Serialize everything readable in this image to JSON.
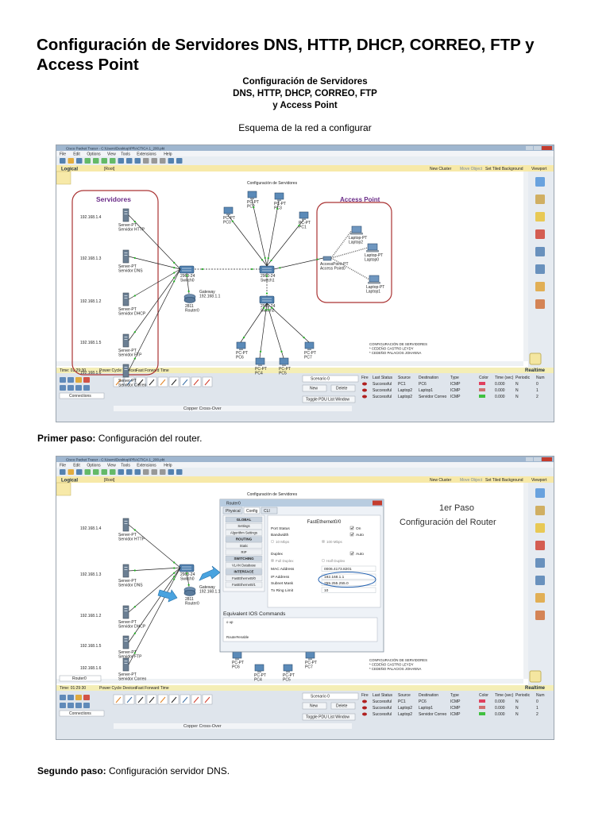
{
  "document": {
    "title": "Configuración de Servidores DNS, HTTP, DHCP, CORREO, FTP y Access Point",
    "subtitle_lines": [
      "Configuración de Servidores",
      "DNS, HTTP, DHCP, CORREO, FTP",
      "y Access Point"
    ],
    "schema_caption": "Esquema de la red a configurar",
    "step1": {
      "label": "Primer paso:",
      "text": " Configuración del router."
    },
    "step2": {
      "label": "Segundo paso:",
      "text": " Configuración servidor DNS."
    }
  },
  "pt": {
    "window_title": "Cisco Packet Tracer - C:\\Users\\Desktop\\PRACTICA 1_200.pkt",
    "menu": [
      "File",
      "Edit",
      "Options",
      "View",
      "Tools",
      "Extensions",
      "Help"
    ],
    "logical": "Logical",
    "root": "[Root]",
    "new_cluster": "New Cluster",
    "move_object": "Move Object",
    "set_tiled_background": "Set Tiled Background",
    "viewport": "Viewport",
    "realtime": "Realtime",
    "connections": "Connections",
    "cable_label": "Copper Cross-Over",
    "time1": "Time: 01:29:30",
    "time2": "Time: 01:29:30",
    "power_cycle": "Power Cycle Devices",
    "fast_forward": "Fast Forward Time",
    "scenario": "Scenario 0",
    "btn_new": "New",
    "btn_delete": "Delete",
    "btn_toggle": "Toggle PDU List Window",
    "pdu_headers": [
      "Fire",
      "Last Status",
      "Source",
      "Destination",
      "Type",
      "Color",
      "Time (sec)",
      "Periodic",
      "Num"
    ],
    "pdu_rows": [
      [
        "Successful",
        "PC1",
        "PC6",
        "ICMP",
        "",
        "0.000",
        "N",
        "0"
      ],
      [
        "Successful",
        "Laptop2",
        "Laptop1",
        "ICMP",
        "",
        "0.000",
        "N",
        "1"
      ],
      [
        "Successful",
        "Laptop2",
        "Servidor Correo",
        "ICMP",
        "",
        "0.000",
        "N",
        "2"
      ]
    ],
    "pdu_colors": [
      "#e0405e",
      "#d07070",
      "#40c040"
    ]
  },
  "net": {
    "canvas_title": "Configuración de Servidores",
    "servers_label": "Servidores",
    "ap_label": "Access Point",
    "server_ips": [
      "192.168.1.4",
      "192.168.1.3",
      "192.168.1.2",
      "192.168.1.5",
      "192.168.1.6"
    ],
    "servers": [
      "Server-PT\nServidor HTTP",
      "Server-PT\nServidor DNS",
      "Server-PT\nServidor DHCP",
      "Server-PT\nServidor FTP",
      "Server-PT\nServidor Correo"
    ],
    "switch0": "2960-24\nSwitch0",
    "switch1": "2960-24\nSwitch1",
    "switch2": "2960-24\nSwitch2",
    "router": "2811\nRouter0",
    "gateway": "Gateway\n192.168.1.1",
    "pcs_top": [
      "PC-PT\nPC0",
      "PC-PT\nPC2",
      "PC-PT\nPC3",
      "PC-PT\nPC1"
    ],
    "pcs_bottom": [
      "PC-PT\nPC6",
      "PC-PT\nPC4",
      "PC-PT\nPC5",
      "PC-PT\nPC7"
    ],
    "access_point": "AccessPoint-PT\nAccess Point0",
    "laptops": [
      "Laptop-PT\nLaptop2",
      "Laptop-PT\nLaptop0",
      "Laptop-PT\nLaptop1"
    ],
    "authors": [
      "CONFIGURACIÓN DE SERVIDORES",
      "* CEDEÑO CASTRO LEYDY",
      "* CEDEÑO PALACIOS JOHANNA"
    ]
  },
  "router_dialog": {
    "title": "Router0",
    "tabs": [
      "Physical",
      "Config",
      "CLI"
    ],
    "side_items": [
      "GLOBAL",
      "Settings",
      "Algorithm Settings",
      "ROUTING",
      "Static",
      "RIP",
      "SWITCHING",
      "VLAN Database",
      "INTERFACE",
      "FastEthernet0/0",
      "FastEthernet0/1"
    ],
    "interface": "FastEthernet0/0",
    "port_status": "Port Status",
    "on_label": "On",
    "bandwidth": "Bandwidth",
    "auto_label": "Auto",
    "speed_10": "10 Mbps",
    "speed_100": "100 Mbps",
    "duplex": "Duplex",
    "full_duplex": "Full Duplex",
    "half_duplex": "Half Duplex",
    "mac_label": "MAC Address",
    "mac_value": "0006.4173.8201",
    "ip_label": "IP Address",
    "ip_value": "192.168.1.1",
    "mask_label": "Subnet Mask",
    "mask_value": "255.255.255.0",
    "tx_label": "Tx Ring Limit",
    "tx_value": "10",
    "ios_title": "Equivalent IOS Commands",
    "ios_lines": [
      "o up",
      "Router#enable"
    ],
    "overlay_title": "1er Paso",
    "overlay_sub": "Configuración del Router",
    "pcs_visible": [
      "PC-PT\nPC6",
      "PC-PT\nPC4",
      "PC-PT\nPC5",
      "PC-PT\nPC7"
    ]
  }
}
